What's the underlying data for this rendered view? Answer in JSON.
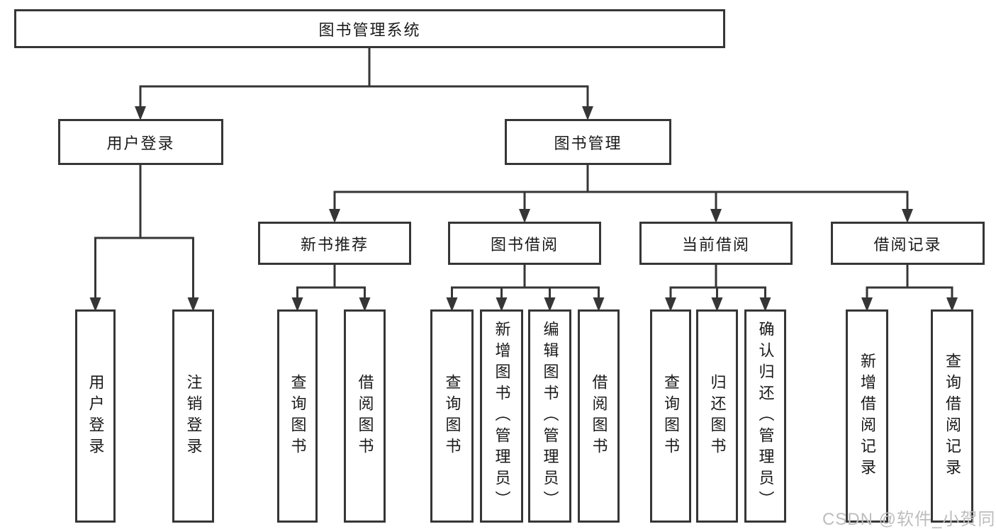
{
  "tree": {
    "root": {
      "label": "图书管理系统"
    },
    "branches": [
      {
        "label": "用户登录",
        "leaves": [
          {
            "label": "用户登录"
          },
          {
            "label": "注销登录"
          }
        ]
      },
      {
        "label": "图书管理",
        "groups": [
          {
            "label": "新书推荐",
            "leaves": [
              {
                "label": "查询图书"
              },
              {
                "label": "借阅图书"
              }
            ]
          },
          {
            "label": "图书借阅",
            "leaves": [
              {
                "label": "查询图书"
              },
              {
                "label": "新增图书（管理员）"
              },
              {
                "label": "编辑图书（管理员）"
              },
              {
                "label": "借阅图书"
              }
            ]
          },
          {
            "label": "当前借阅",
            "leaves": [
              {
                "label": "查询图书"
              },
              {
                "label": "归还图书"
              },
              {
                "label": "确认归还（管理员）"
              }
            ]
          },
          {
            "label": "借阅记录",
            "leaves": [
              {
                "label": "新增借阅记录"
              },
              {
                "label": "查询借阅记录"
              }
            ]
          }
        ]
      }
    ]
  },
  "watermark": {
    "text": "CSDN @软件_小贺同学"
  },
  "colors": {
    "line": "#363636",
    "box_border": "#363636",
    "text": "#1a1a1a",
    "watermark": "#bdbdbd",
    "background": "#ffffff"
  }
}
